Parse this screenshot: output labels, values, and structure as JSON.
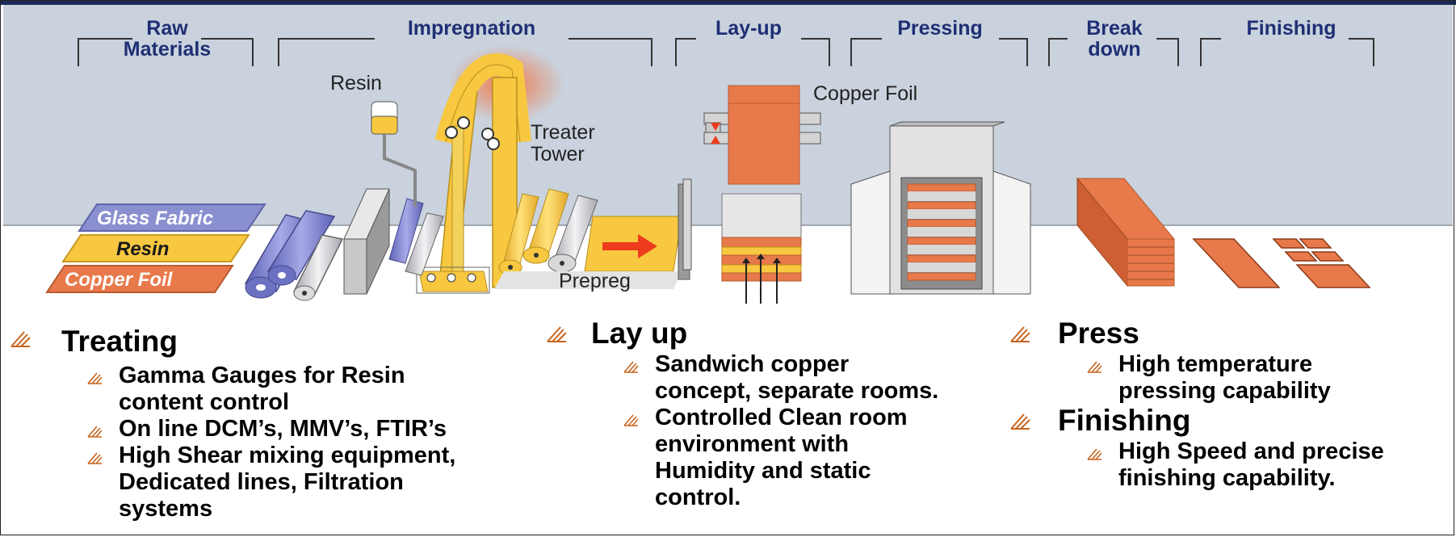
{
  "stages": [
    "Raw",
    "Materials",
    "Impregnation",
    "Lay-up",
    "Pressing",
    "Break",
    "down",
    "Finishing"
  ],
  "diagram_labels": {
    "resin": "Resin",
    "treater_tower_1": "Treater",
    "treater_tower_2": "Tower",
    "copper_foil": "Copper Foil",
    "prepreg": "Prepreg"
  },
  "raw_materials": [
    "Glass Fabric",
    "Resin",
    "Copper Foil"
  ],
  "sections": {
    "treating": {
      "title": "Treating",
      "items": [
        [
          "Gamma Gauges for Resin",
          "content control"
        ],
        [
          "On line DCM’s, MMV’s, FTIR’s"
        ],
        [
          "High Shear mixing equipment,",
          "Dedicated lines, Filtration",
          "systems"
        ]
      ]
    },
    "layup": {
      "title": "Lay up",
      "items": [
        [
          "Sandwich copper",
          "concept, separate rooms."
        ],
        [
          "Controlled Clean room",
          "environment with",
          "Humidity and  static",
          "control."
        ]
      ]
    },
    "press": {
      "title": "Press",
      "items": [
        [
          "High temperature",
          "pressing capability"
        ]
      ]
    },
    "finishing": {
      "title": "Finishing",
      "items": [
        [
          "High Speed and precise",
          "finishing  capability."
        ]
      ]
    }
  },
  "colors": {
    "sky": "#c9d2dd",
    "stage_text": "#1f2f74",
    "copper": "#e8794a",
    "resin_yellow": "#f7c840",
    "glass_purple": "#8a8fd0",
    "bullet": "#c8641e"
  }
}
